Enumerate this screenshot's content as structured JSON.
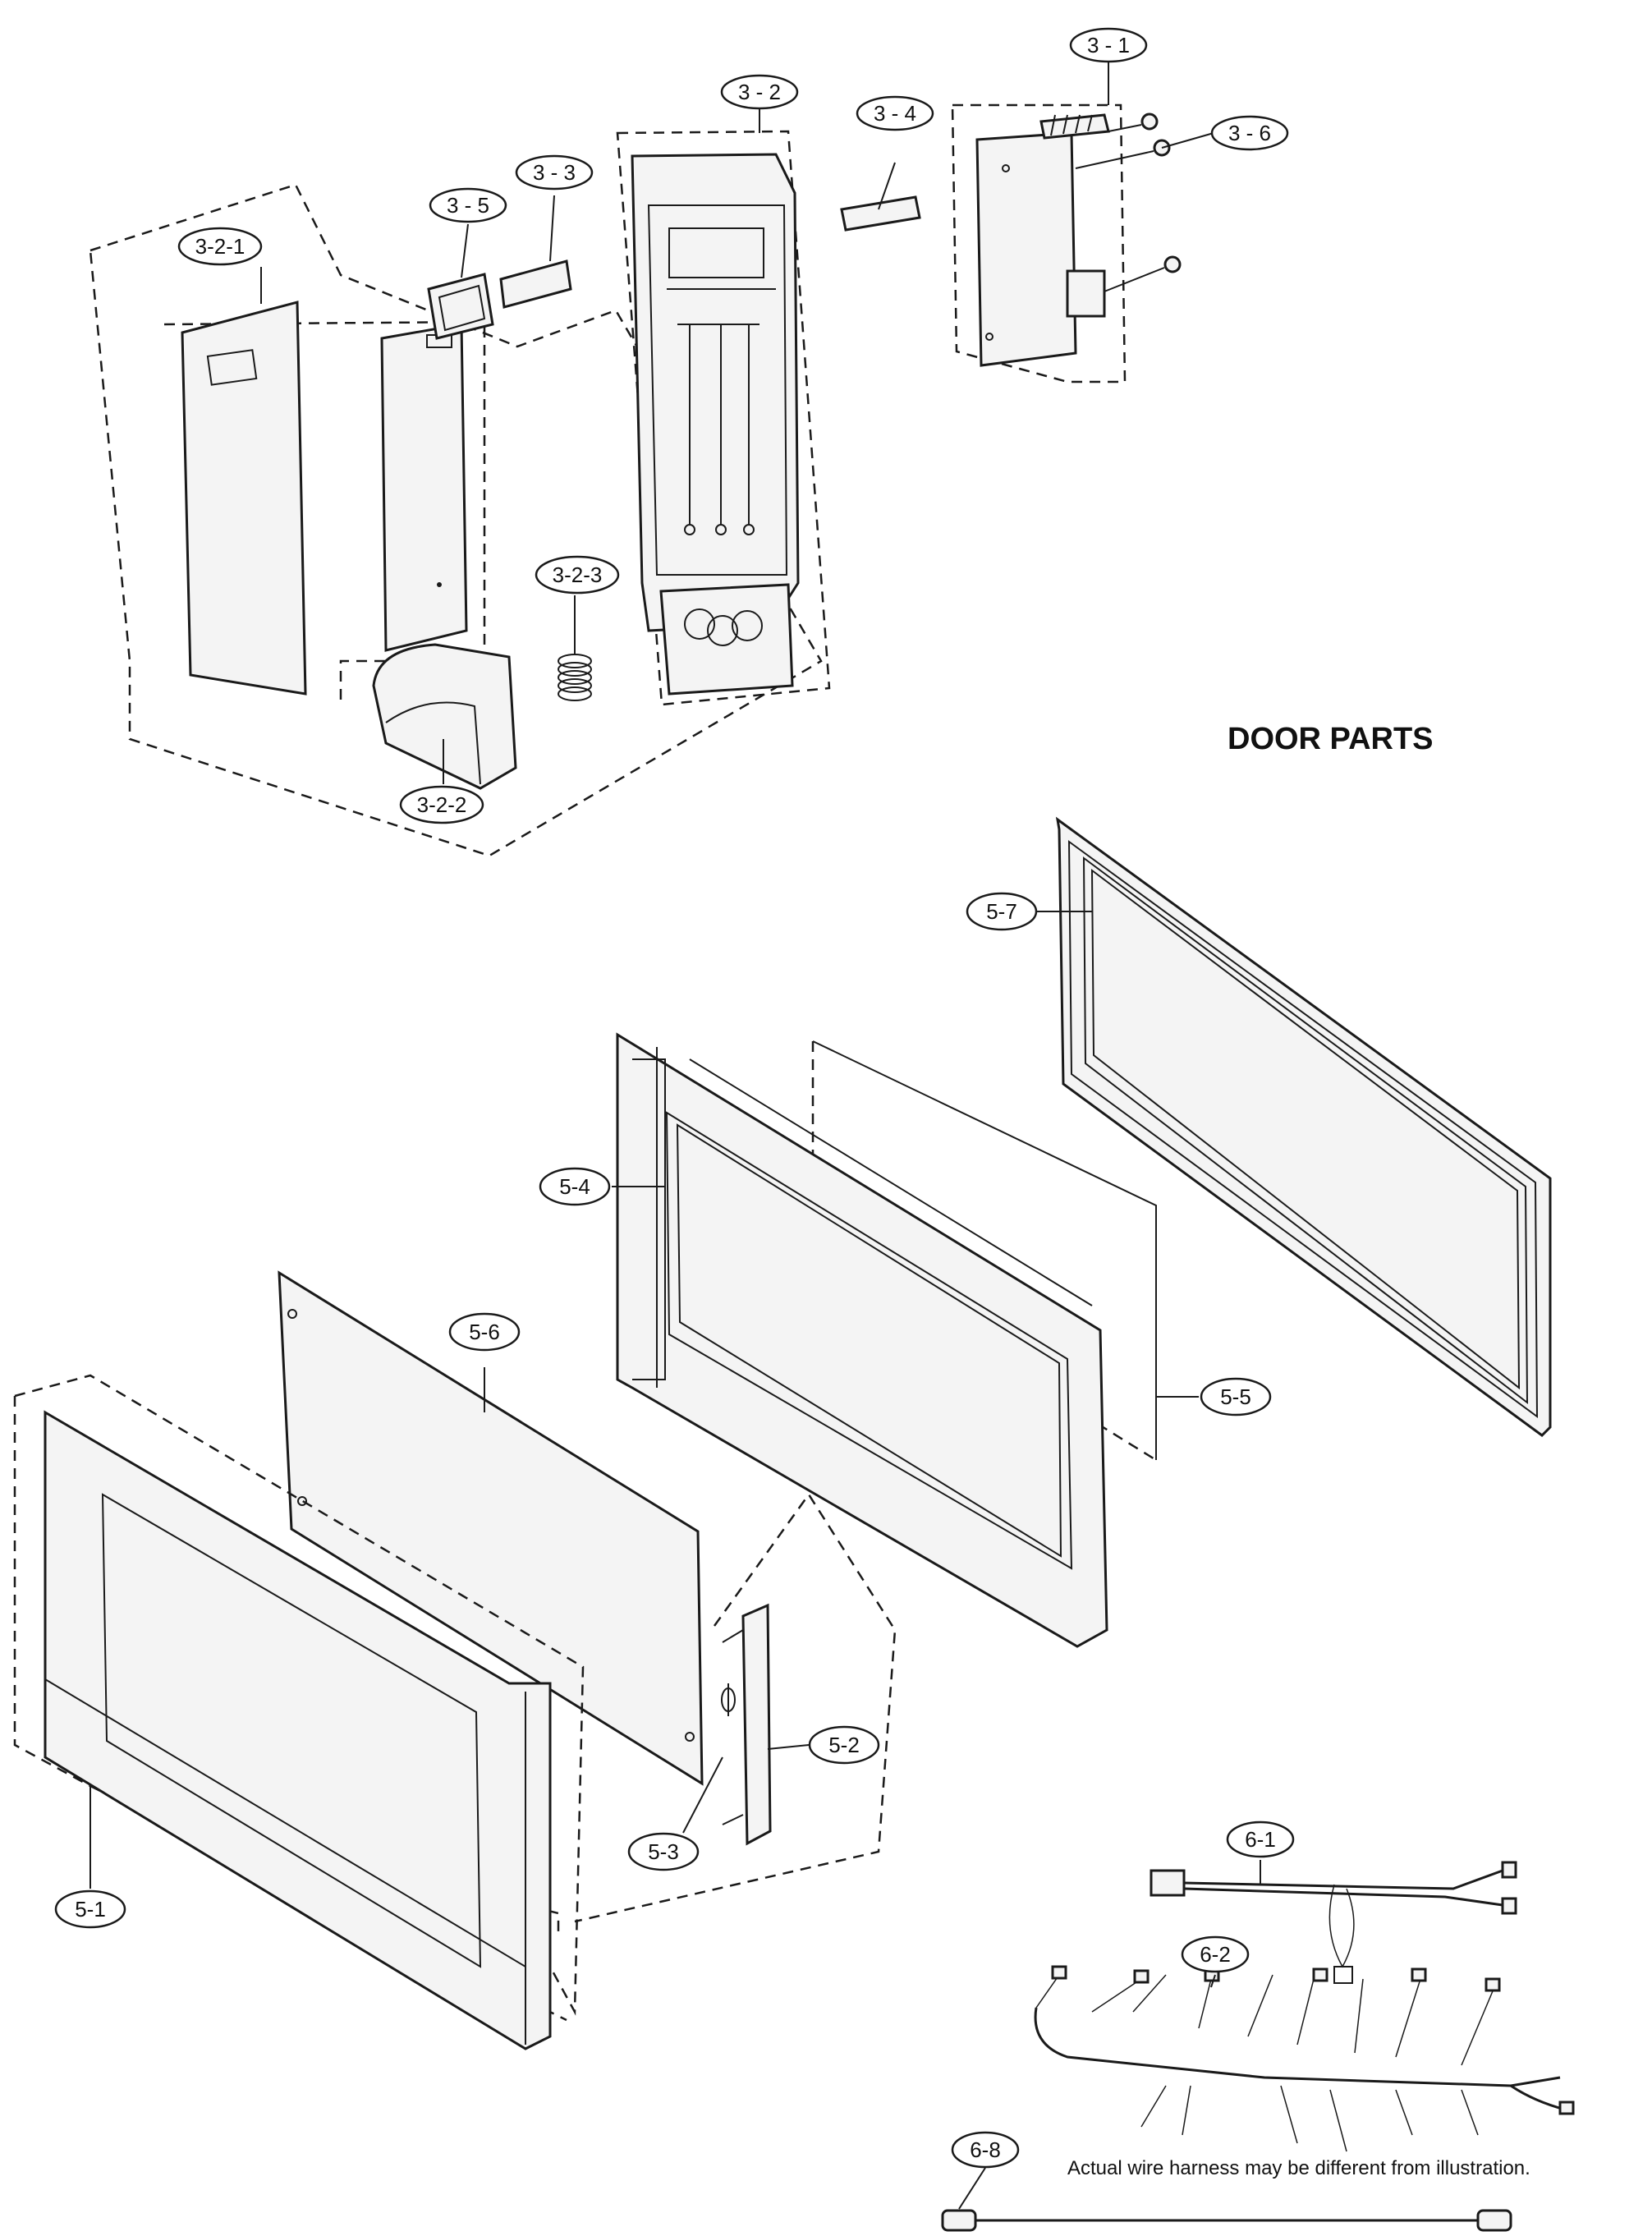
{
  "title": "DOOR PARTS",
  "note": "Actual wire harness may be different from illustration.",
  "callouts": [
    {
      "id": "3-1",
      "label": "3 - 1"
    },
    {
      "id": "3-2",
      "label": "3 - 2"
    },
    {
      "id": "3-3",
      "label": "3 - 3"
    },
    {
      "id": "3-4",
      "label": "3 - 4"
    },
    {
      "id": "3-5",
      "label": "3 - 5"
    },
    {
      "id": "3-6",
      "label": "3 - 6"
    },
    {
      "id": "3-2-1",
      "label": "3-2-1"
    },
    {
      "id": "3-2-2",
      "label": "3-2-2"
    },
    {
      "id": "3-2-3",
      "label": "3-2-3"
    },
    {
      "id": "5-1",
      "label": "5-1"
    },
    {
      "id": "5-2",
      "label": "5-2"
    },
    {
      "id": "5-3",
      "label": "5-3"
    },
    {
      "id": "5-4",
      "label": "5-4"
    },
    {
      "id": "5-5",
      "label": "5-5"
    },
    {
      "id": "5-6",
      "label": "5-6"
    },
    {
      "id": "5-7",
      "label": "5-7"
    },
    {
      "id": "6-1",
      "label": "6-1"
    },
    {
      "id": "6-2",
      "label": "6-2"
    },
    {
      "id": "6-8",
      "label": "6-8"
    }
  ]
}
